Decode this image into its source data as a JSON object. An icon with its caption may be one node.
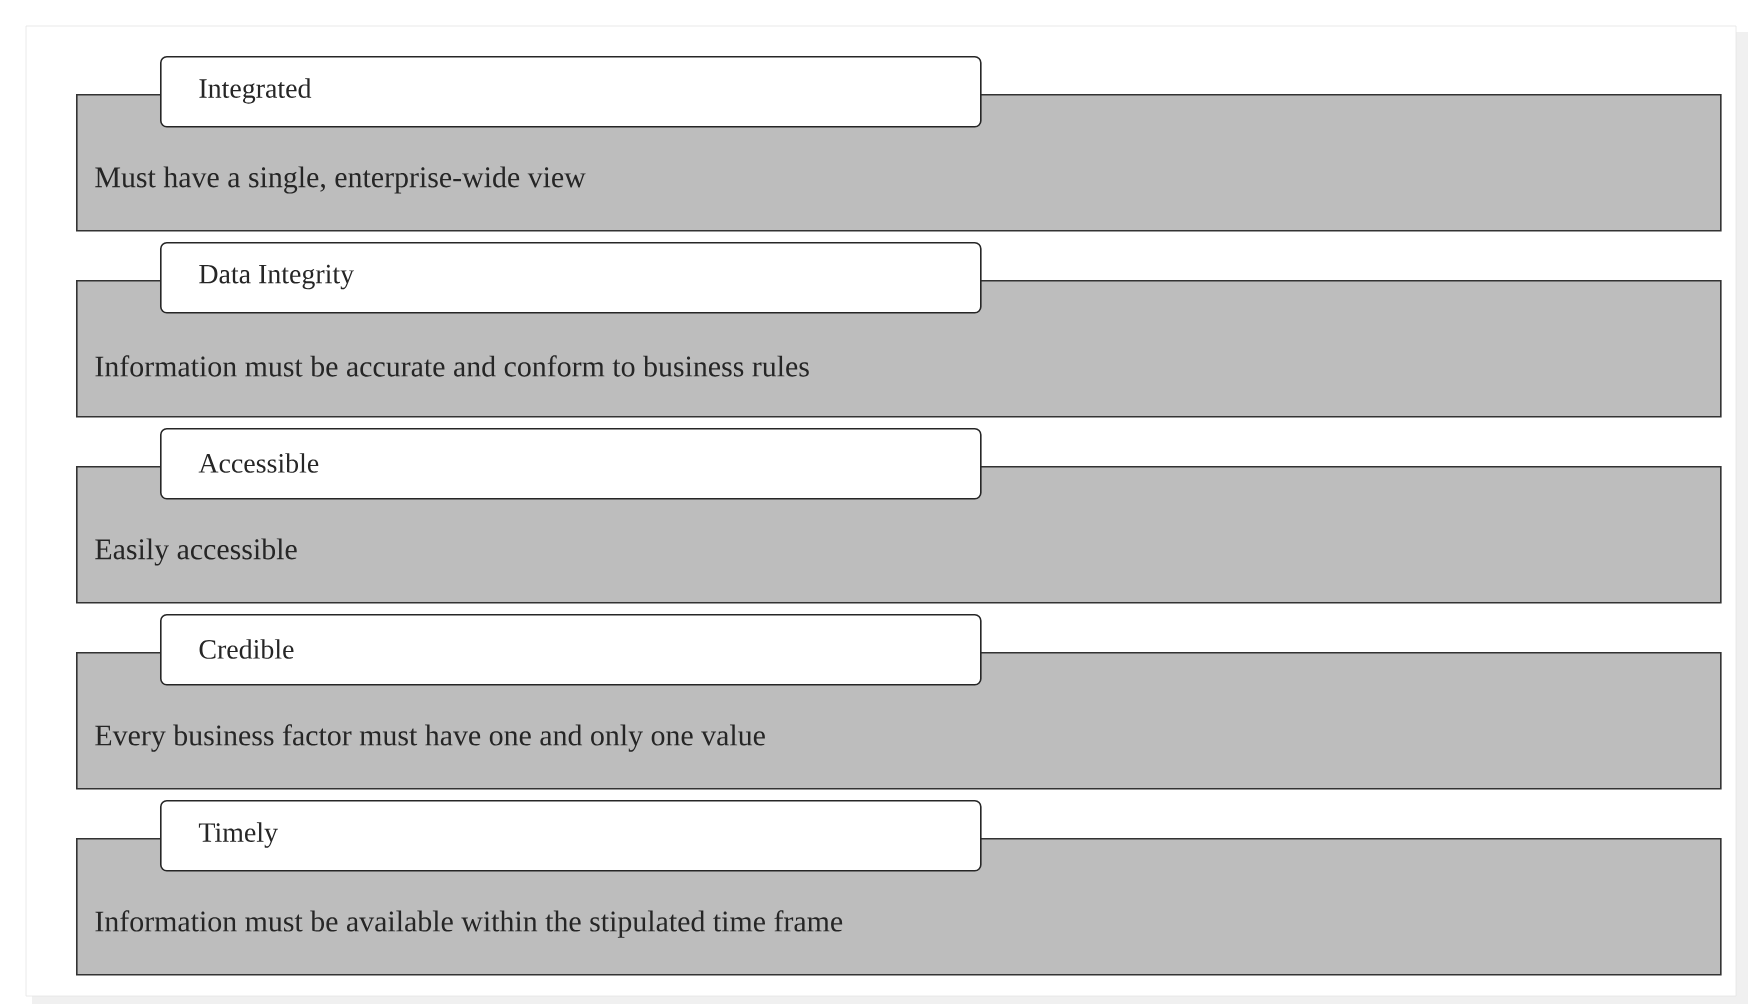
{
  "diagram": {
    "nodes": [
      {
        "text": [
          "Integrated",
          "Must have a single, enterprise-wide view"
        ]
      },
      {
        "text": [
          "Data Integrity",
          "Information must be accurate and conform to business  rules"
        ]
      },
      {
        "text": [
          "Accessible",
          "Easily accessible"
        ]
      },
      {
        "text": [
          "Credible",
          "Every business factor must have one and only one value"
        ]
      },
      {
        "text": [
          "Timely",
          "Information must be available within the stipulated time frame"
        ]
      }
    ]
  }
}
